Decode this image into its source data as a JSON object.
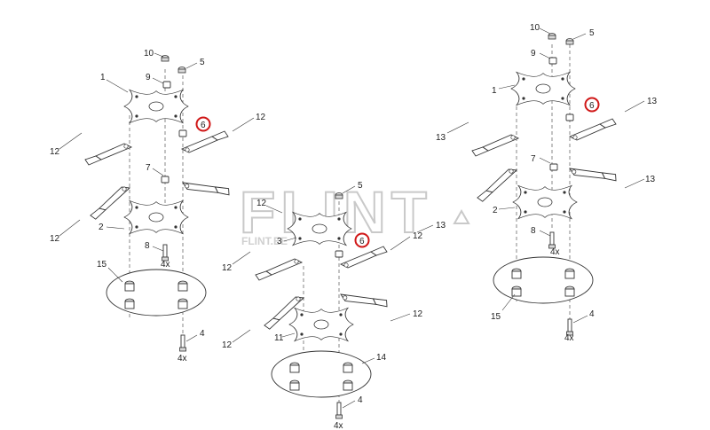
{
  "brand": {
    "watermark": "FLINT",
    "watermark_url": "FLINT.EE"
  },
  "highlight_color": "#d01818",
  "assembly_left": {
    "labels": {
      "p10": "10",
      "p9": "9",
      "p5": "5",
      "p1": "1",
      "p6": "6",
      "p12a": "12",
      "p12b": "12",
      "p7": "7",
      "p12c": "12",
      "p2": "2",
      "p8": "8",
      "p8qty": "4x",
      "p15": "15",
      "p4": "4",
      "p4qty": "4x"
    }
  },
  "assembly_middle": {
    "labels": {
      "p5": "5",
      "p12a": "12",
      "p13": "13",
      "p3": "3",
      "p6": "6",
      "p12b": "12",
      "p12c": "12",
      "p12d": "12",
      "p11": "11",
      "p12e": "12",
      "p14": "14",
      "p4": "4",
      "p4qty": "4x"
    }
  },
  "assembly_right": {
    "labels": {
      "p10": "10",
      "p5": "5",
      "p9": "9",
      "p1": "1",
      "p6": "6",
      "p13a": "13",
      "p13b": "13",
      "p7": "7",
      "p13c": "13",
      "p2": "2",
      "p8": "8",
      "p8qty": "4x",
      "p15": "15",
      "p4": "4",
      "p4qty": "4x"
    }
  }
}
